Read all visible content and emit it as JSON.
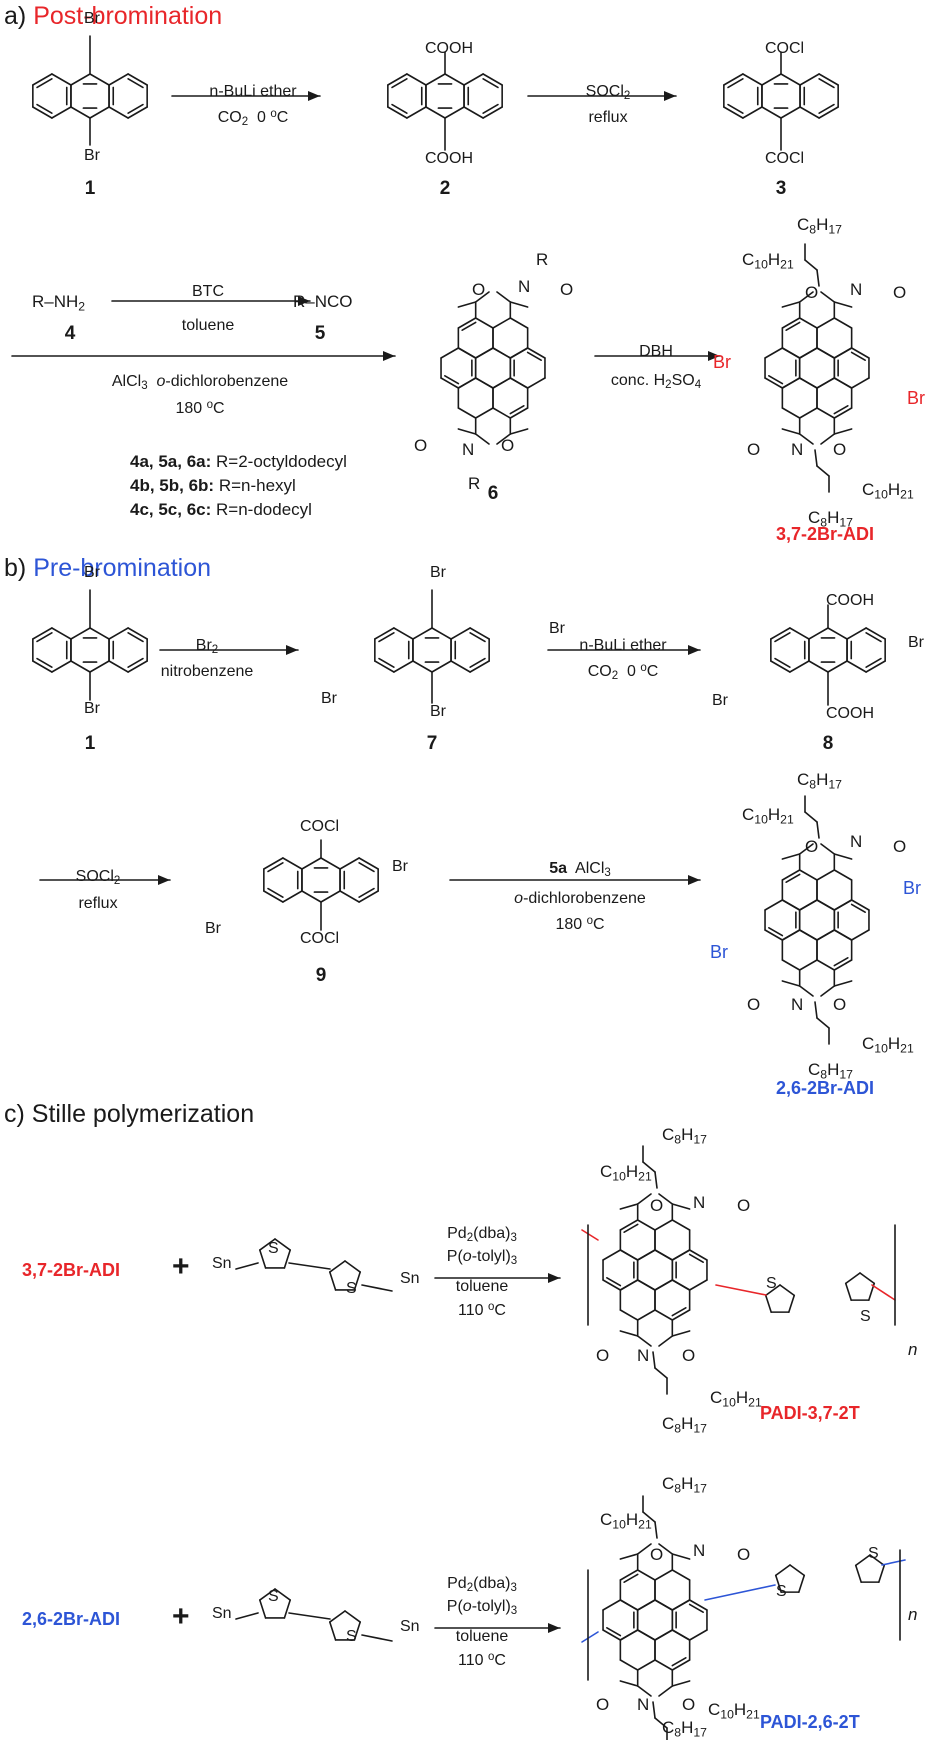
{
  "sections": {
    "a": {
      "letter": "a)",
      "title": "Post-bromination"
    },
    "b": {
      "letter": "b)",
      "title": "Pre-bromination"
    },
    "c": {
      "letter": "c)",
      "title": "Stille polymerization"
    }
  },
  "colors": {
    "section_a": "#e8262a",
    "section_b": "#2d55d6",
    "bond": "#1a1a1a"
  },
  "labels": {
    "br": "Br",
    "cooh": "COOH",
    "cocl": "COCl",
    "o": "O",
    "n": "N",
    "r": "R",
    "s": "S",
    "sn": "Sn",
    "n_italic": "n",
    "r_nh2": "R–NH",
    "r_nco": "R–NCO",
    "c8h17": "C",
    "c10h21": "C"
  },
  "compounds": {
    "c1": "1",
    "c2": "2",
    "c3": "3",
    "c4": "4",
    "c5": "5",
    "c6": "6",
    "c7": "7",
    "c8": "8",
    "c9": "9",
    "adi37": "3,7-2Br-ADI",
    "adi26": "2,6-2Br-ADI",
    "padi37": "PADI-3,7-2T",
    "padi26": "PADI-2,6-2T"
  },
  "conditions": {
    "nbuli": "n-BuLi  ether",
    "co2": "CO",
    "temp0": "0",
    "socl2": "SOCl",
    "reflux": "reflux",
    "btc": "BTC",
    "toluene": "toluene",
    "alcl3": "AlCl",
    "odcb": "o-dichlorobenzene",
    "temp180": "180",
    "temp110": "110",
    "deg_c": "oC",
    "dbh": "DBH",
    "h2so4": "conc. H",
    "br2": "Br",
    "nitrobenzene": "nitrobenzene",
    "reagent_5a": "5a",
    "pd": "Pd",
    "dba": "(dba)",
    "ptolyl": "P(o-tolyl)"
  },
  "notes": {
    "r_defs": [
      {
        "ids": "4a, 5a, 6a:",
        "def": "R=2-octyldodecyl"
      },
      {
        "ids": "4b, 5b, 6b:",
        "def": "R=n-hexyl"
      },
      {
        "ids": "4c, 5c, 6c:",
        "def": "R=n-dodecyl"
      }
    ]
  }
}
